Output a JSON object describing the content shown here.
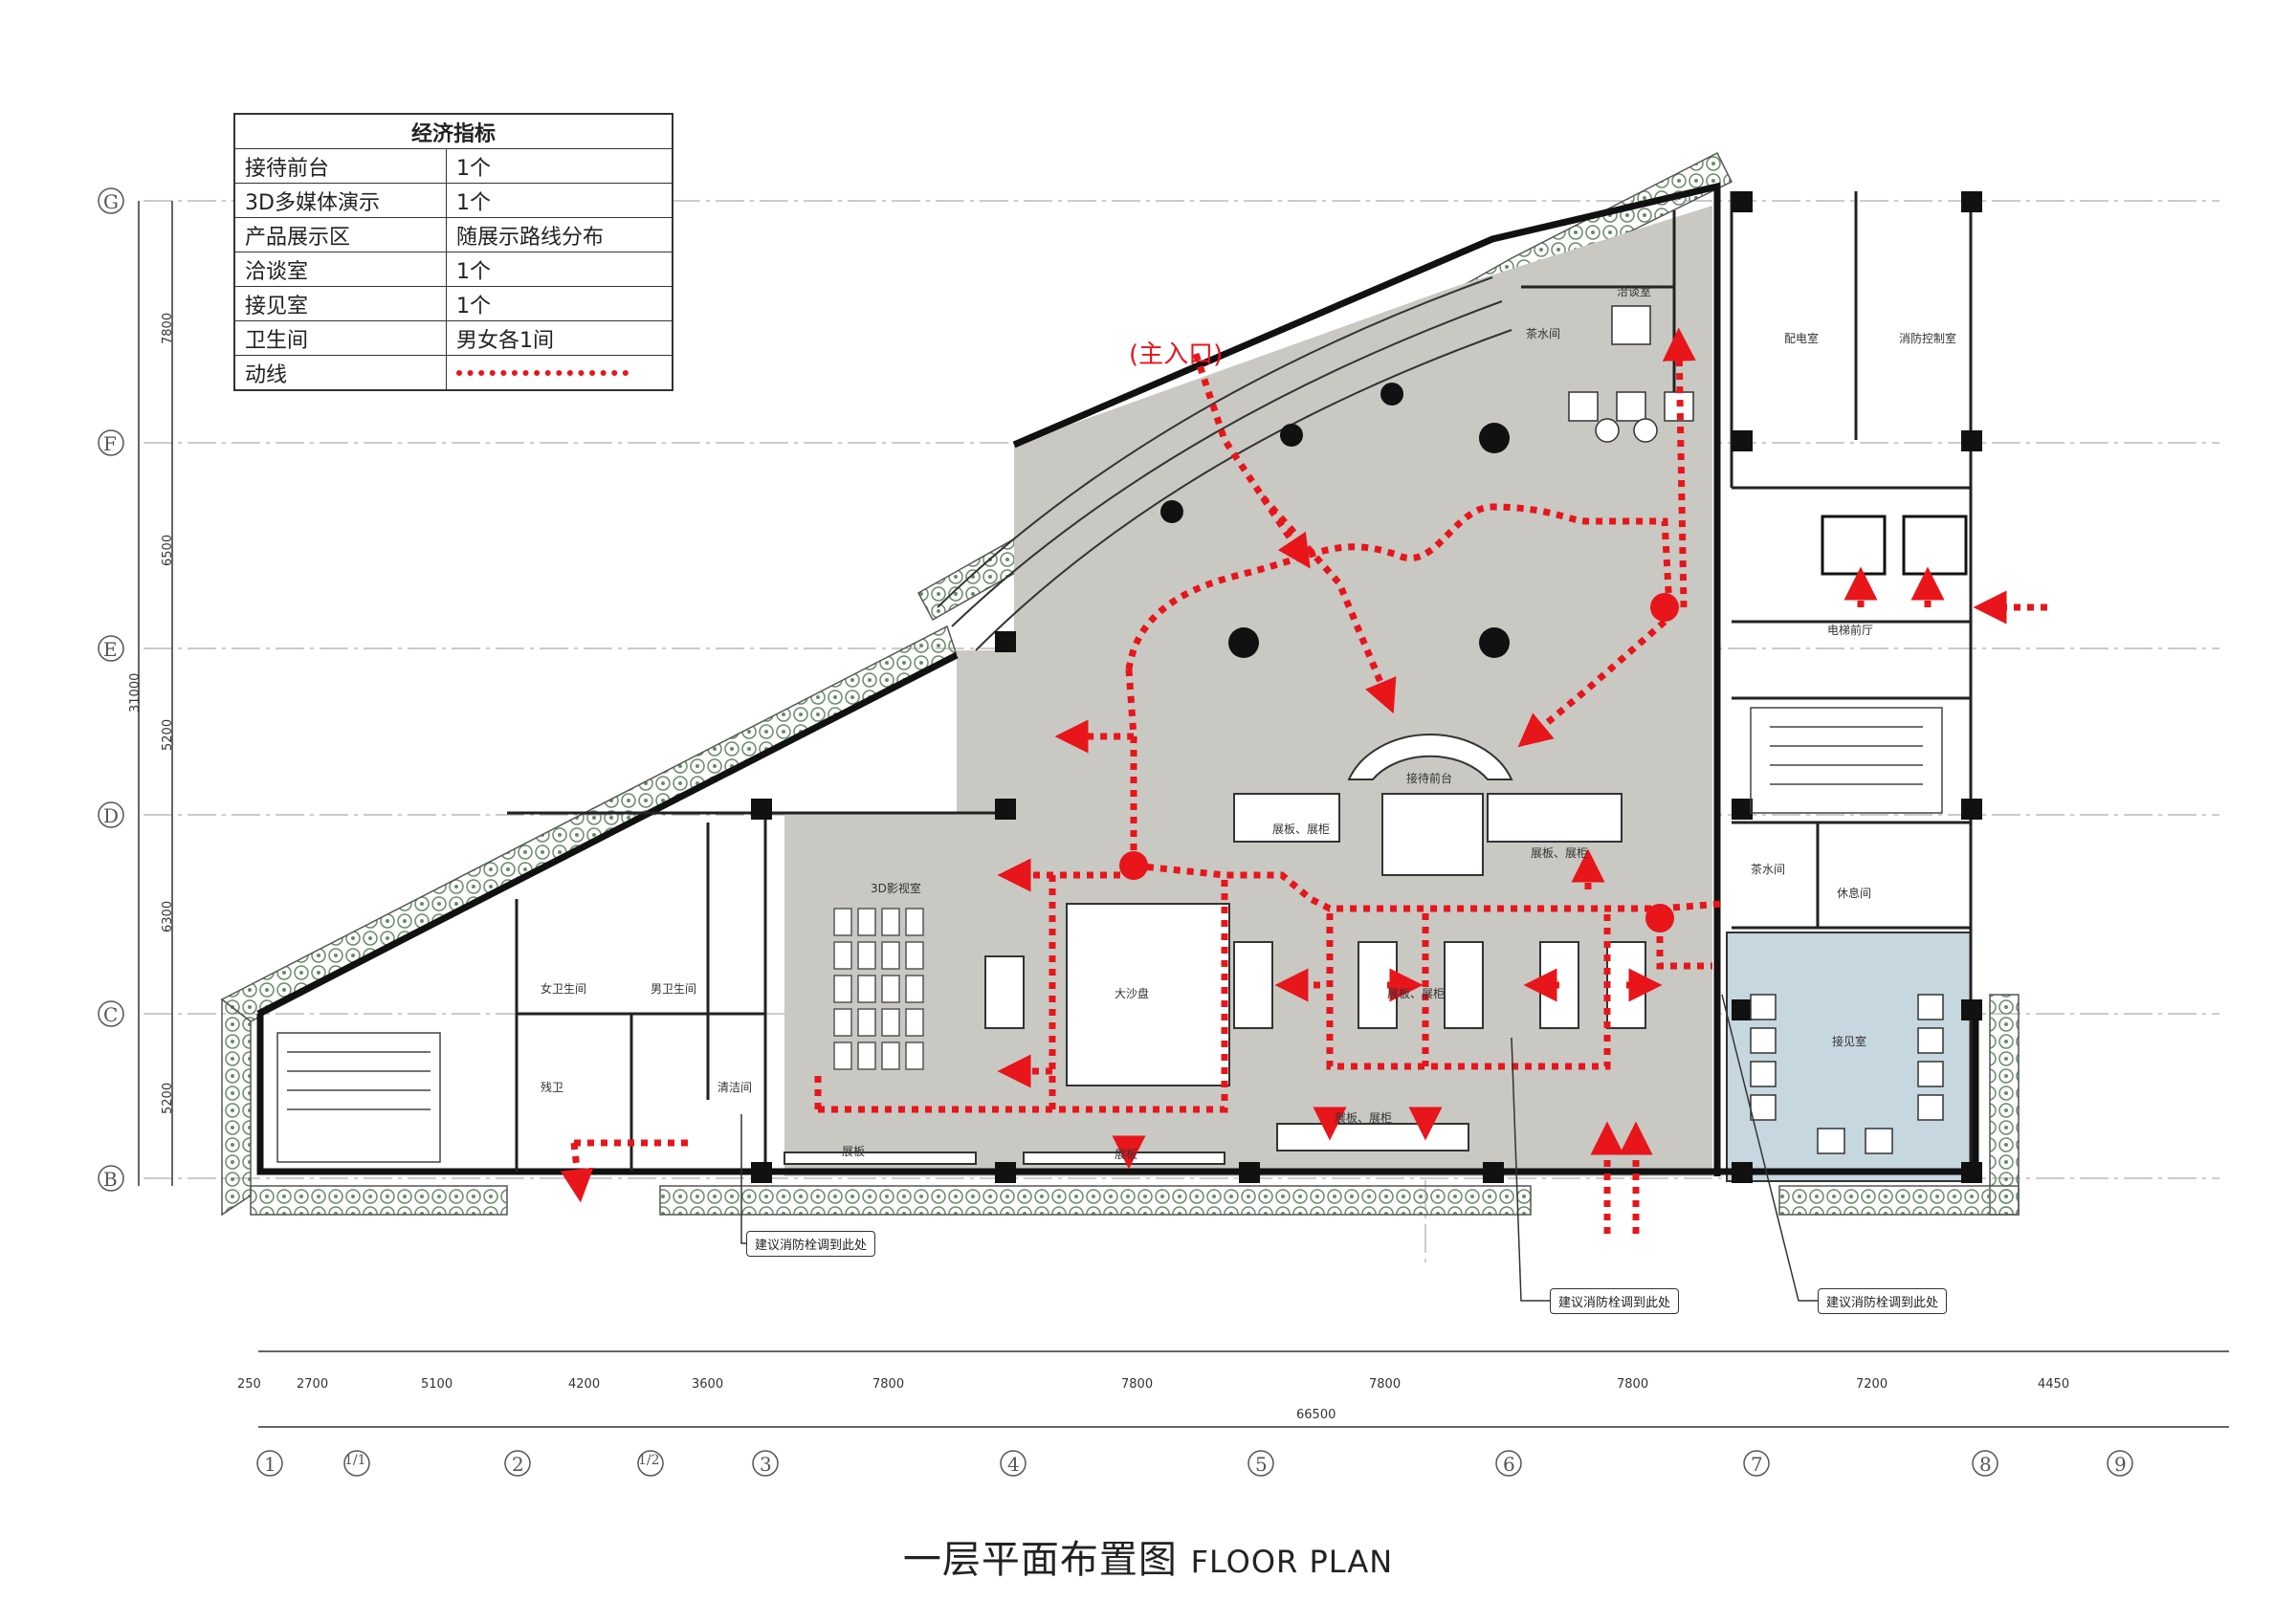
{
  "legend": {
    "title": "经济指标",
    "rows": [
      {
        "key": "接待前台",
        "value": "1个"
      },
      {
        "key": "3D多媒体演示",
        "value": "1个"
      },
      {
        "key": "产品展示区",
        "value": "随展示路线分布"
      },
      {
        "key": "洽谈室",
        "value": "1个"
      },
      {
        "key": "接见室",
        "value": "1个"
      },
      {
        "key": "卫生间",
        "value": "男女各1间"
      }
    ],
    "flow_label": "动线"
  },
  "entrance_label": "(主入口)",
  "caption": {
    "cn": "一层平面布置图",
    "en": "FLOOR PLAN"
  },
  "colors": {
    "flow": "#e8151b",
    "floor": "#c9c8c3",
    "reception_room": "#c7d7e0",
    "wall": "#111111",
    "planting": "#7f9c7f"
  },
  "rooms": {
    "meeting": "洽谈室",
    "tea1": "茶水间",
    "power": "配电室",
    "fire_control": "消防控制室",
    "elevator_hall": "电梯前厅",
    "reception": "接待前台",
    "panel1": "展板、展柜",
    "panel2": "展板、展柜",
    "cinema": "3D影视室",
    "sandtable": "大沙盘",
    "female_wc": "女卫生间",
    "male_wc": "男卫生间",
    "accessible_wc": "残卫",
    "cleaning": "清洁间",
    "tea2": "茶水间",
    "rest": "休息间",
    "guest_room": "接见室",
    "display1": "展板",
    "display2": "展板",
    "display3": "展板、展柜",
    "display_mid": "展板、展柜"
  },
  "notes": [
    "建议消防栓调到此处",
    "建议消防栓调到此处",
    "建议消防栓调到此处"
  ],
  "grid_rows": [
    "G",
    "F",
    "E",
    "D",
    "C",
    "B"
  ],
  "grid_cols": [
    "1",
    "1/1",
    "2",
    "1/2",
    "3",
    "4",
    "5",
    "6",
    "7",
    "8",
    "9"
  ],
  "dims_h": [
    "250",
    "2700",
    "5100",
    "4200",
    "3600",
    "7800",
    "7800",
    "7800",
    "7800",
    "7200",
    "4450"
  ],
  "dims_total_h": "66500",
  "dims_v": [
    "7800",
    "6500",
    "5200",
    "6300",
    "5200"
  ],
  "dims_total_v": "31000"
}
